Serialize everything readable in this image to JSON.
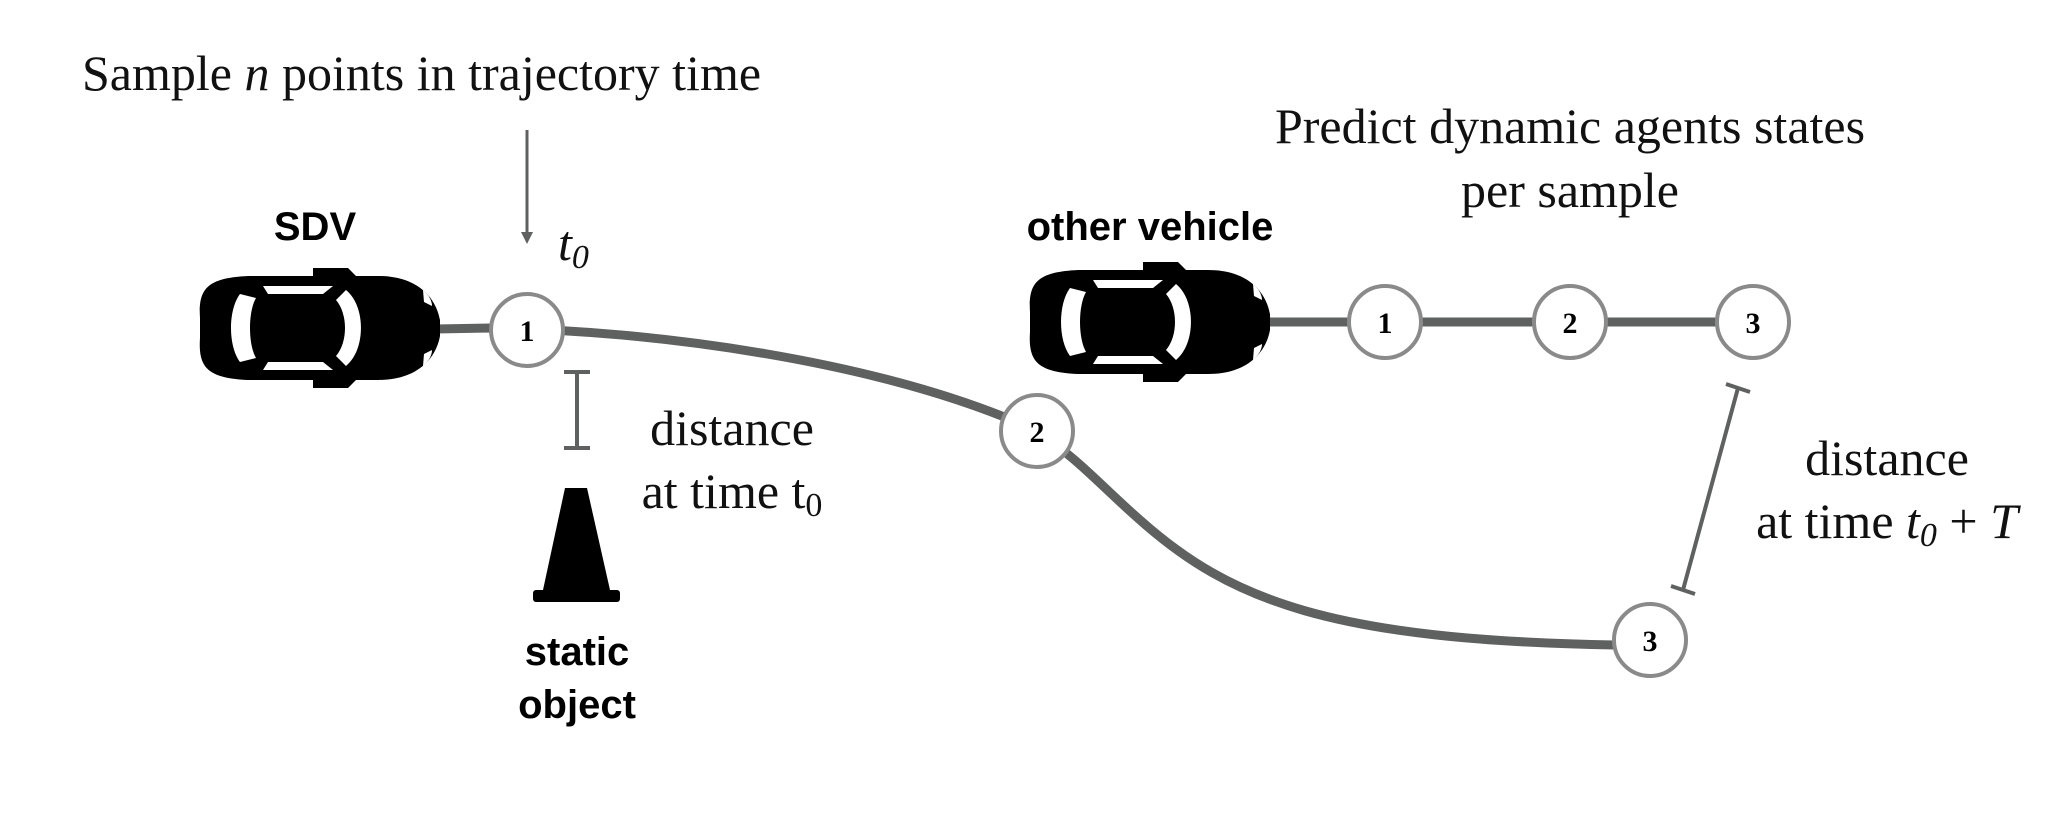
{
  "colors": {
    "path": "#5f6160",
    "node_stroke": "#8a8a8a",
    "text": "#111111",
    "vehicle": "#000000",
    "background": "#ffffff"
  },
  "captions": {
    "sample": {
      "prefix": "Sample ",
      "variable": "n",
      "suffix": " points in trajectory time"
    },
    "predict": {
      "line1": "Predict dynamic agents states",
      "line2": "per sample"
    },
    "t0": {
      "symbol": "t",
      "subscript": "0"
    },
    "distance_t0": {
      "line1": "distance",
      "line2_prefix": "at time t",
      "line2_subscript": "0"
    },
    "distance_t0T": {
      "line1": "distance",
      "line2_prefix": "at time ",
      "line2_t": "t",
      "line2_subscript": "0",
      "line2_suffix": " + ",
      "line2_T": "T"
    }
  },
  "labels": {
    "sdv": "SDV",
    "other_vehicle": "other vehicle",
    "static_object_line1": "static",
    "static_object_line2": "object"
  },
  "sdv_samples": [
    "1",
    "2",
    "3"
  ],
  "other_samples": [
    "1",
    "2",
    "3"
  ]
}
